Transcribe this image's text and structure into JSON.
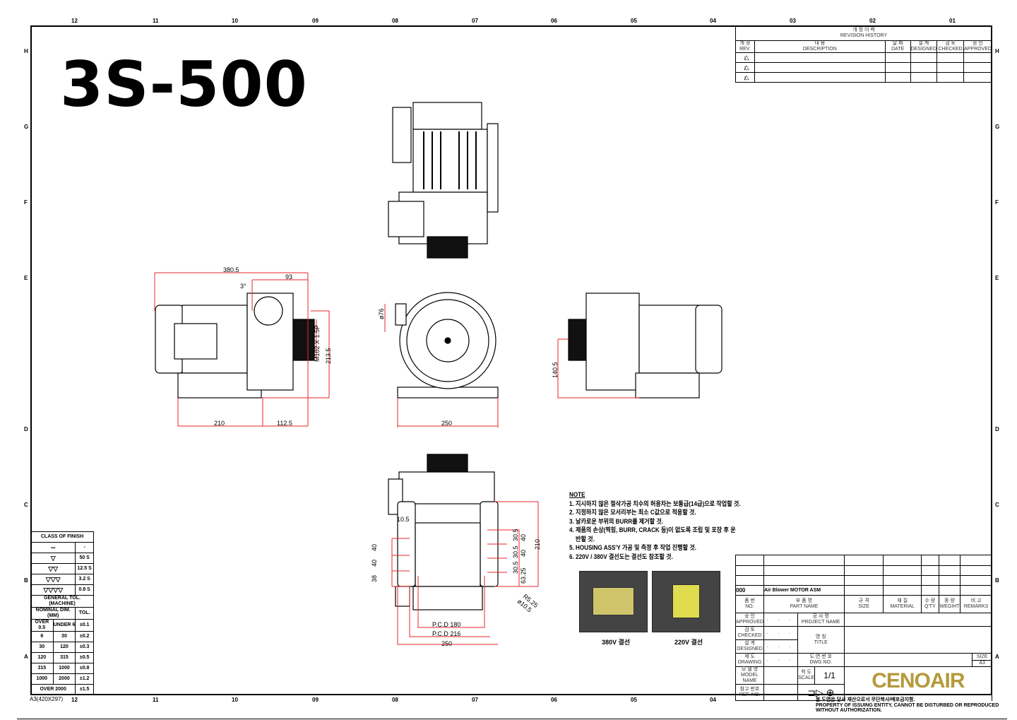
{
  "sheet": {
    "model_title": "3S-500",
    "paper": "A3(420X297)"
  },
  "zones": {
    "columns": [
      "12",
      "11",
      "10",
      "09",
      "08",
      "07",
      "06",
      "05",
      "04",
      "03",
      "02",
      "01"
    ],
    "rows": [
      "H",
      "G",
      "F",
      "E",
      "D",
      "C",
      "B",
      "A"
    ]
  },
  "revision_history": {
    "title_kr": "개 정 이 력",
    "title_en": "REVISION HISTORY",
    "headers": [
      {
        "kr": "개 정",
        "en": "REV."
      },
      {
        "kr": "내  용",
        "en": "DESCRIPTION"
      },
      {
        "kr": "날 짜",
        "en": "DATE"
      },
      {
        "kr": "설  계",
        "en": "DESIGNED"
      },
      {
        "kr": "검  토",
        "en": "CHECKED"
      },
      {
        "kr": "승  인",
        "en": "APPROVED"
      }
    ],
    "rows": [
      "1",
      "2",
      "3"
    ]
  },
  "finish_table": {
    "title": "CLASS OF FINISH",
    "rows": [
      {
        "symbol": "∼",
        "value": "-"
      },
      {
        "symbol": "▽",
        "value": "50 S"
      },
      {
        "symbol": "▽▽",
        "value": "12.5 S"
      },
      {
        "symbol": "▽▽▽",
        "value": "3.2 S"
      },
      {
        "symbol": "▽▽▽▽",
        "value": "0.8 S"
      }
    ],
    "tol_title": "GENERAL TOL.(MACHINE)",
    "tol_header": {
      "nominal": "NOMINAL DIM.(MM)",
      "tol": "TOL."
    },
    "tol_rows": [
      {
        "a": "OVER 0.5",
        "b": "UNDER 6",
        "tol": "±0.1"
      },
      {
        "a": "6",
        "b": "30",
        "tol": "±0.2"
      },
      {
        "a": "30",
        "b": "120",
        "tol": "±0.3"
      },
      {
        "a": "120",
        "b": "315",
        "tol": "±0.5"
      },
      {
        "a": "315",
        "b": "1000",
        "tol": "±0.8"
      },
      {
        "a": "1000",
        "b": "2000",
        "tol": "±1.2"
      }
    ],
    "tol_last": {
      "a": "OVER 2000",
      "tol": "±1.5"
    }
  },
  "dimensions": {
    "side": {
      "overall": "380.5",
      "inlet_offset": "93",
      "angle": "3°",
      "thread": "M102 X 1.5P",
      "height": "213.5",
      "base": "210",
      "overhang": "112.5"
    },
    "front": {
      "inlet_dia": "ø76",
      "width": "250"
    },
    "rear": {
      "height": "140.5"
    },
    "bottom": {
      "slot_width": "10.5",
      "left_a": "40",
      "left_b": "40",
      "left_c": "38",
      "slot1": "30.5",
      "slot2": "30.5",
      "slot3": "30.5",
      "gap1": "40",
      "gap2": "40",
      "edge": "63.25",
      "total": "210",
      "radius": "R5.25",
      "hole": "ø10.5",
      "pcd1": "P.C.D 180",
      "pcd2": "P.C.D 216",
      "width": "250"
    }
  },
  "notes": {
    "title": "NOTE",
    "items": [
      "1. 지시하지 않은 절삭가공 치수의 허용차는 보통급(14급)으로 작업할 것.",
      "2. 지정하지 않은 모서리부는 최소 C값으로 적용할 것.",
      "3. 날카로운 부위의 BURR를 제거할 것.",
      "4. 제품의 손상(찍힘, BURR, CRACK 등)이 없도록 조립 및 포장 후 운",
      "    반할 것.",
      "5. HOUSING ASS'Y 가공 및 측정 후 작업 진행할 것.",
      "6. 220V / 380V 결선도는 결선도 참조할 것."
    ]
  },
  "wiring": [
    {
      "caption": "380V 결선"
    },
    {
      "caption": "220V 결선"
    }
  ],
  "title_block": {
    "part_no": "000",
    "part_name": "Air Blower MOTOR ASM",
    "headers": [
      {
        "kr": "품 번",
        "en": "NO."
      },
      {
        "kr": "부 품 명",
        "en": "PART NAME"
      },
      {
        "kr": "규 격",
        "en": "SIZE"
      },
      {
        "kr": "재  질",
        "en": "MATERIAL"
      },
      {
        "kr": "수 량",
        "en": "Q'TY"
      },
      {
        "kr": "중 량",
        "en": "WEGIHT"
      },
      {
        "kr": "비  고",
        "en": "REMARKS"
      }
    ],
    "approved": {
      "kr": "승  인",
      "en": "APPROVED"
    },
    "checked": {
      "kr": "검  토",
      "en": "CHECKED"
    },
    "designed": {
      "kr": "설  계",
      "en": "DESIGNED"
    },
    "drawing": {
      "kr": "제  도",
      "en": "DRAWING"
    },
    "date_placeholder": ". . .",
    "project": {
      "kr": "공 사 명",
      "en": "PROJECT NAME"
    },
    "title": {
      "kr": "명  칭",
      "en": "TITLE"
    },
    "dwg": {
      "kr": "도 면 번 호",
      "en": "DWG NO."
    },
    "size_label": "SIZE",
    "size_value": "A3",
    "model": {
      "kr": "모 델 명",
      "en": "MODEL NAME"
    },
    "scale": {
      "kr": "척 도",
      "en": "SCALE"
    },
    "scale_value": "1/1",
    "ref": {
      "kr": "참고 번호",
      "en": "REF. NO."
    },
    "logo": "CENOAIR"
  },
  "footer": {
    "kr": "본 도면은 당사 재산으로서 무단복사/배포금지함.",
    "en": "PROPERTY OF ISSUING ENTITY, CANNOT BE DISTURBED OR REPRODUCED WITHOUT AUTHORIZATION."
  },
  "colors": {
    "dimension": "#e8262b",
    "logo": "#b59a3a",
    "line": "#000000"
  }
}
